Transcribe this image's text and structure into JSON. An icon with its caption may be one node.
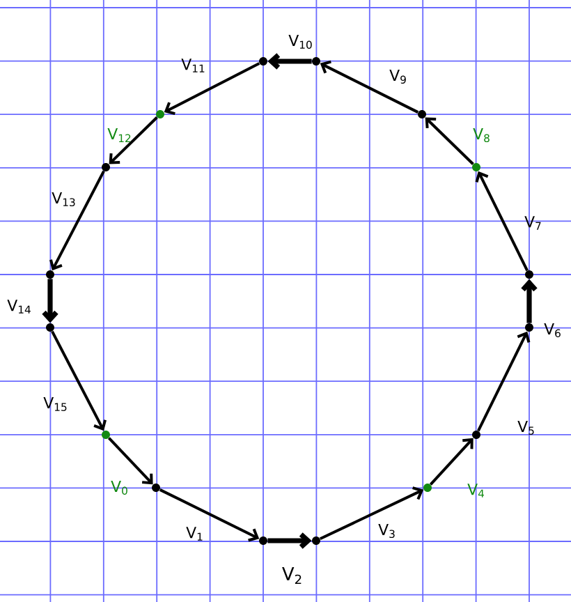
{
  "diagram": {
    "nodes": [
      {
        "text": [],
        "shape": "circle"
      },
      {
        "text": [],
        "shape": "circle"
      },
      {
        "text": [],
        "shape": "circle"
      },
      {
        "text": [],
        "shape": "circle"
      },
      {
        "text": [],
        "shape": "circle"
      },
      {
        "text": [],
        "shape": "circle"
      },
      {
        "text": [],
        "shape": "circle"
      },
      {
        "text": [],
        "shape": "circle"
      },
      {
        "text": [],
        "shape": "circle"
      },
      {
        "text": [],
        "shape": "circle"
      },
      {
        "text": [],
        "shape": "circle"
      },
      {
        "text": [],
        "shape": "circle"
      },
      {
        "text": [],
        "shape": "circle"
      },
      {
        "text": [],
        "shape": "circle"
      },
      {
        "text": [],
        "shape": "circle"
      },
      {
        "text": [],
        "shape": "circle"
      }
    ],
    "edges": [
      {
        "from": 0,
        "to": 1,
        "arrow": "to",
        "label": "V$_{0}$"
      },
      {
        "from": 1,
        "to": 2,
        "arrow": "to",
        "label": "V$_{1}$"
      },
      {
        "from": 2,
        "to": 3,
        "arrow": "to",
        "label": "V$_{2}$",
        "style": "thick"
      },
      {
        "from": 3,
        "to": 4,
        "arrow": "to",
        "label": "V$_{3}$"
      },
      {
        "from": 4,
        "to": 5,
        "arrow": "to",
        "label": "V$_{4}$"
      },
      {
        "from": 5,
        "to": 6,
        "arrow": "to",
        "label": "V$_{5}$"
      },
      {
        "from": 6,
        "to": 7,
        "arrow": "to",
        "label": "V$_{6}$",
        "style": "thick"
      },
      {
        "from": 7,
        "to": 8,
        "arrow": "to",
        "label": "V$_{7}$"
      },
      {
        "from": 8,
        "to": 9,
        "arrow": "to",
        "label": "V$_{8}$"
      },
      {
        "from": 9,
        "to": 10,
        "arrow": "to",
        "label": "V$_{9}$"
      },
      {
        "from": 10,
        "to": 11,
        "arrow": "to",
        "label": "V$_{10}$",
        "style": "thick"
      },
      {
        "from": 11,
        "to": 12,
        "arrow": "to",
        "label": "V$_{11}$"
      },
      {
        "from": 12,
        "to": 13,
        "arrow": "to",
        "label": "V$_{12}$"
      },
      {
        "from": 13,
        "to": 14,
        "arrow": "to",
        "label": "V$_{13}$"
      },
      {
        "from": 14,
        "to": 15,
        "arrow": "to",
        "label": "V$_{14}$",
        "style": "thick"
      },
      {
        "from": 15,
        "to": 0,
        "arrow": "to",
        "label": "V$_{15}$"
      }
    ]
  }
}
